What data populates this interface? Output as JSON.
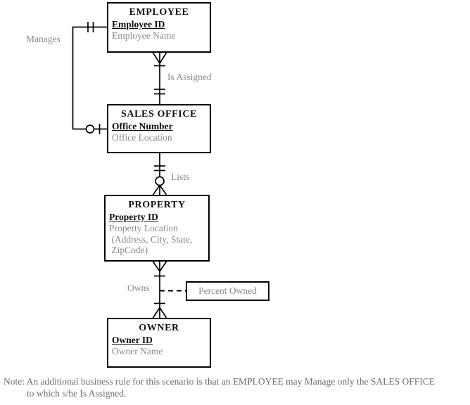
{
  "diagram": {
    "entities": [
      {
        "title": "EMPLOYEE",
        "pk": "Employee ID",
        "attrs": [
          "Employee Name"
        ]
      },
      {
        "title": "SALES OFFICE",
        "pk": "Office Number",
        "attrs": [
          "Office Location"
        ]
      },
      {
        "title": "PROPERTY",
        "pk": "Property ID",
        "attrs": [
          "Property Location",
          " (Address, City, State,",
          " ZipCode)"
        ]
      },
      {
        "title": "OWNER",
        "pk": "Owner ID",
        "attrs": [
          "Owner Name"
        ]
      }
    ],
    "relationships": [
      {
        "label": "Manages",
        "from": "EMPLOYEE",
        "to": "SALES OFFICE",
        "from_end": "exactly-one",
        "to_end": "zero-or-one"
      },
      {
        "label": "Is Assigned",
        "from": "EMPLOYEE",
        "to": "SALES OFFICE",
        "from_end": "one-or-many-mandatory",
        "to_end": "exactly-one"
      },
      {
        "label": "Lists",
        "from": "SALES OFFICE",
        "to": "PROPERTY",
        "from_end": "exactly-one",
        "to_end": "zero-or-many"
      },
      {
        "label": "Owns",
        "from": "PROPERTY",
        "to": "OWNER",
        "from_end": "one-or-many-mandatory",
        "to_end": "one-or-many-mandatory"
      }
    ],
    "attribute_box": {
      "label": "Percent Owned",
      "attached_to": "Owns"
    },
    "colors": {
      "line": "#000000",
      "muted_text": "#8a8a8a",
      "note_text": "#6f6f6f",
      "background": "#ffffff"
    }
  },
  "note": {
    "line1": "Note:  An additional business rule for this scenario is that an EMPLOYEE may Manage only the SALES OFFICE",
    "line2": "to which s/he Is Assigned."
  }
}
